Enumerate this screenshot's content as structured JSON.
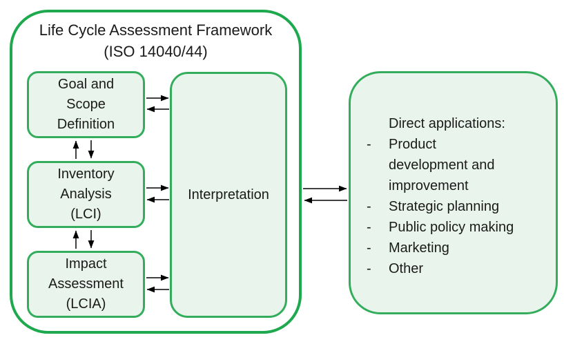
{
  "diagram": {
    "framework": {
      "title": "Life Cycle Assessment Framework\n(ISO 14040/44)",
      "boxes": {
        "goal": "Goal and\nScope\nDefinition",
        "inventory": "Inventory\nAnalysis\n(LCI)",
        "impact": "Impact\nAssessment\n(LCIA)",
        "interpretation": "Interpretation"
      }
    },
    "direct_applications": {
      "heading": "Direct applications:",
      "bullet": "-",
      "items": [
        "Product\ndevelopment and\nimprovement",
        "Strategic planning",
        "Public policy making",
        "Marketing",
        "Other"
      ]
    },
    "colors": {
      "frame_border": "#1fa94e",
      "box_border": "#33ad5c",
      "box_fill": "#e9f5ec",
      "arrow": "#000000",
      "text": "#1a1a1a"
    }
  }
}
